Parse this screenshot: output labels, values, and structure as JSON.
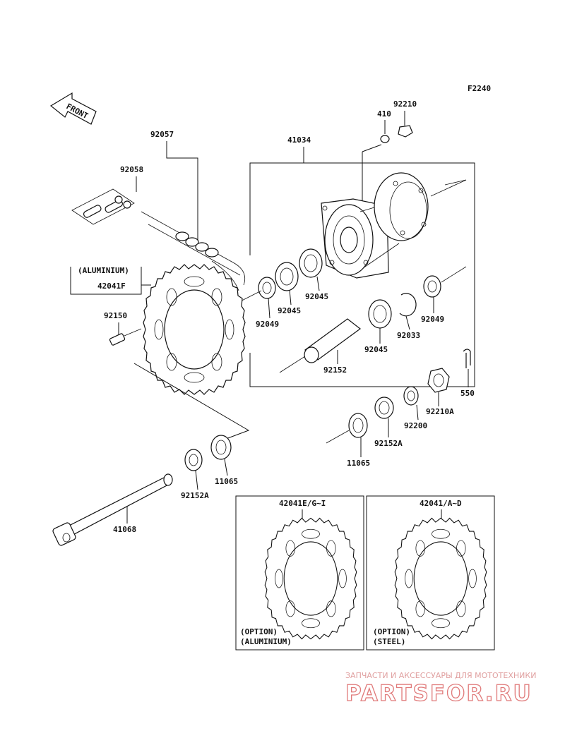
{
  "figure_code": "F2240",
  "front_arrow": "FRONT",
  "labels": {
    "p92057": "92057",
    "p92058": "92058",
    "p41034": "41034",
    "p410": "410",
    "p92210": "92210",
    "aluminium_tag": "(ALUMINIUM)",
    "p42041F": "42041F",
    "p92150": "92150",
    "p92049_left": "92049",
    "p92045_a": "92045",
    "p92045_b": "92045",
    "p92045_c": "92045",
    "p92049_right": "92049",
    "p92033": "92033",
    "p92152": "92152",
    "p550": "550",
    "p92210A": "92210A",
    "p92200": "92200",
    "p92152A_right": "92152A",
    "p11065_right": "11065",
    "p11065_left": "11065",
    "p92152A_left": "92152A",
    "p41068": "41068",
    "p42041EGI": "42041E/G~I",
    "p42041AD": "42041/A~D",
    "option_1": "(OPTION)",
    "option_1_material": "(ALUMINIUM)",
    "option_2": "(OPTION)",
    "option_2_material": "(STEEL)"
  },
  "watermark": {
    "subtitle": "ЗАПЧАСТИ И АКСЕССУАРЫ ДЛЯ МОТОТЕХНИКИ",
    "brand": "PARTSFOR.RU",
    "color": "#e07a7a"
  }
}
